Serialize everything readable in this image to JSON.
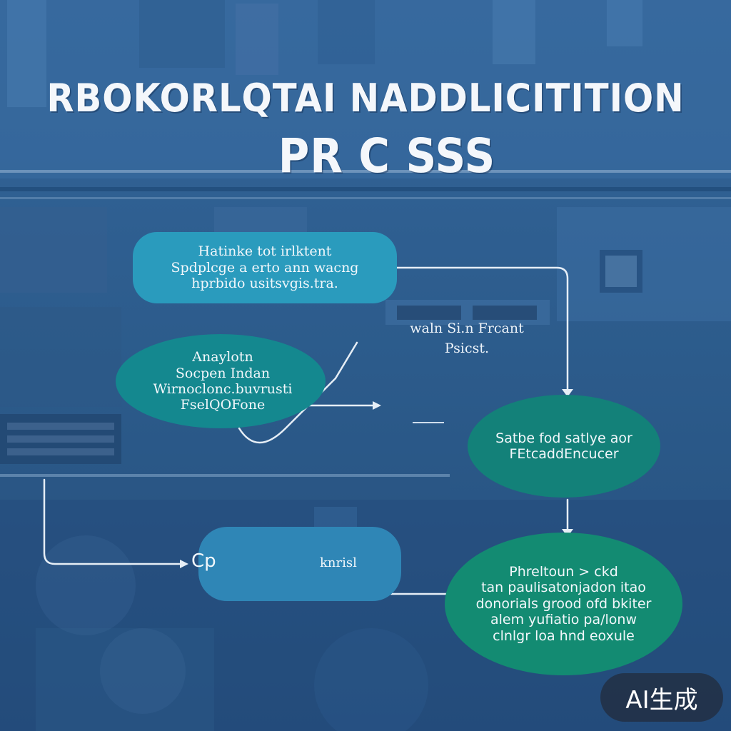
{
  "title": {
    "line1": "RBOKORLQTAI NADDLICITITION",
    "line2": "PR C SSS"
  },
  "nodes": {
    "node1": {
      "lines": [
        "Hatinke tot irlktent",
        "Spdplcge a erto ann wacng",
        "hprbido usitsvgis.tra."
      ]
    },
    "node2": {
      "lines": [
        "Anaylotn",
        "Socpen Indan",
        "Wirnoclonc.buvrusti",
        "FselQOFone"
      ]
    },
    "floating": {
      "lines": [
        "waln Si.n Frcant",
        "Psicst."
      ]
    },
    "node3": {
      "lines": [
        "Satbe fod satlye aor",
        "FEtcaddEncucer"
      ]
    },
    "node4": {
      "glyph": "Cp",
      "label": "knrisl"
    },
    "node5": {
      "lines": [
        "Phreltoun > ckd",
        "tan paulisatonjadon itao",
        "donorials grood ofd bkiter",
        "alem yufiatio pa/lonw",
        "clnlgr loa hnd eoxule"
      ]
    }
  },
  "badge": {
    "label": "AI生成"
  },
  "colors": {
    "background": "#2b5a88",
    "node_blue": "#2a9bbd",
    "node_teal": "#14888f",
    "node_green": "#138b72",
    "connector": "#e6eef6"
  }
}
